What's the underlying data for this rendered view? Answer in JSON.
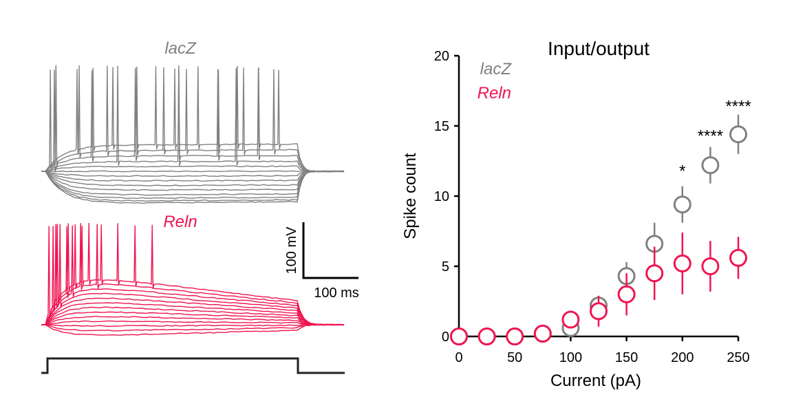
{
  "colors": {
    "lacz": "#808080",
    "reln": "#f01450",
    "axis": "#000000",
    "stim": "#222222"
  },
  "traces_panel": {
    "lacz_label": "lacZ",
    "reln_label": "Reln",
    "scalebar_voltage": "100 mV",
    "scalebar_time": "100 ms"
  },
  "chart_data": {
    "type": "scatter",
    "title": "Input/output",
    "xlabel": "Current (pA)",
    "ylabel": "Spike count",
    "xlim": [
      0,
      250
    ],
    "ylim": [
      0,
      20
    ],
    "xticks": [
      "0",
      "50",
      "100",
      "150",
      "200",
      "250"
    ],
    "yticks": [
      "0",
      "5",
      "10",
      "15",
      "20"
    ],
    "x": [
      0,
      25,
      50,
      75,
      100,
      125,
      150,
      175,
      200,
      225,
      250
    ],
    "series": [
      {
        "name": "lacZ",
        "color": "#808080",
        "values": [
          0,
          0,
          0,
          0.2,
          0.6,
          2.2,
          4.3,
          6.6,
          9.4,
          12.2,
          14.4
        ],
        "error": [
          0,
          0,
          0,
          0.2,
          0.4,
          0.6,
          1.0,
          1.5,
          1.3,
          1.3,
          1.4
        ]
      },
      {
        "name": "Reln",
        "color": "#f01450",
        "values": [
          0,
          0,
          0,
          0.2,
          1.2,
          1.8,
          3.0,
          4.5,
          5.2,
          5.0,
          5.6
        ],
        "error": [
          0,
          0,
          0,
          0.2,
          0.6,
          1.1,
          1.5,
          1.9,
          2.2,
          1.8,
          1.5
        ]
      }
    ],
    "legend": [
      "lacZ",
      "Reln"
    ],
    "legend_placement": "top-left",
    "annotations": [
      {
        "x": 200,
        "y": 11.4,
        "text": "*"
      },
      {
        "x": 225,
        "y": 13.9,
        "text": "****"
      },
      {
        "x": 250,
        "y": 16.0,
        "text": "****"
      }
    ],
    "grid": false
  }
}
